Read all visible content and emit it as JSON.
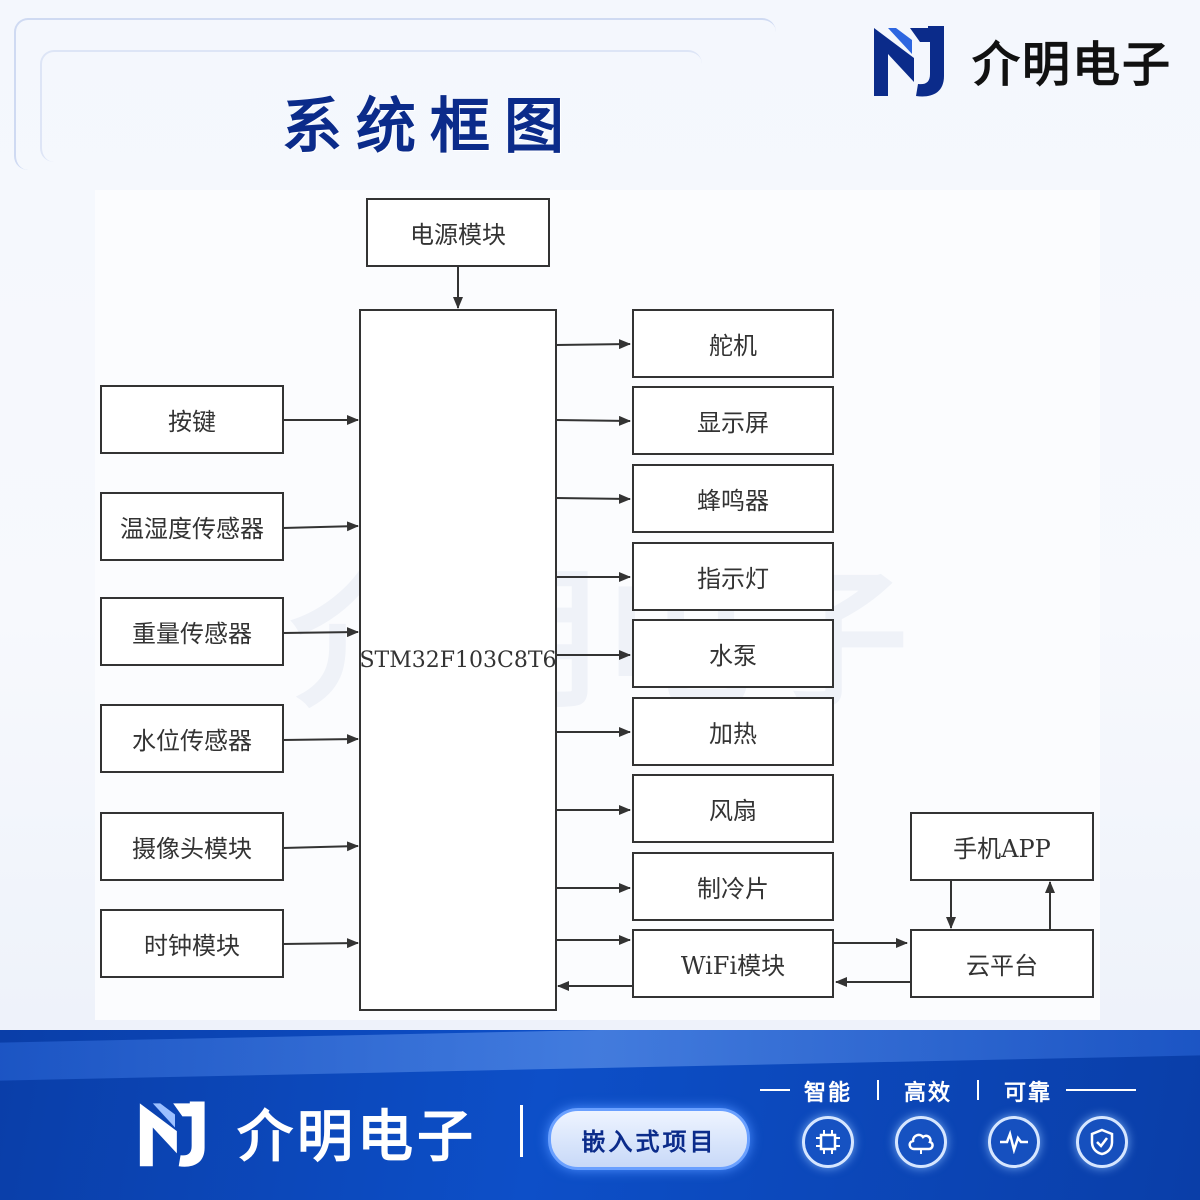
{
  "brand": {
    "name": "介明电子"
  },
  "title": "系统框图",
  "watermark": "介明电子",
  "diagram": {
    "power": "电源模块",
    "mcu": "STM32F103C8T6",
    "inputs": [
      "按键",
      "温湿度传感器",
      "重量传感器",
      "水位传感器",
      "摄像头模块",
      "时钟模块"
    ],
    "outputs": [
      "舵机",
      "显示屏",
      "蜂鸣器",
      "指示灯",
      "水泵",
      "加热",
      "风扇",
      "制冷片"
    ],
    "wifi": "WiFi模块",
    "cloud": "云平台",
    "app": "手机APP"
  },
  "footer": {
    "brand": "介明电子",
    "tag": "嵌入式项目",
    "features": [
      "智能",
      "高效",
      "可靠"
    ],
    "icons": [
      "chip-icon",
      "cloud-icon",
      "pulse-icon",
      "shield-icon"
    ]
  },
  "colors": {
    "brand_blue": "#0b2b8a",
    "footer_blue": "#0d4fc8",
    "line": "#333333"
  }
}
